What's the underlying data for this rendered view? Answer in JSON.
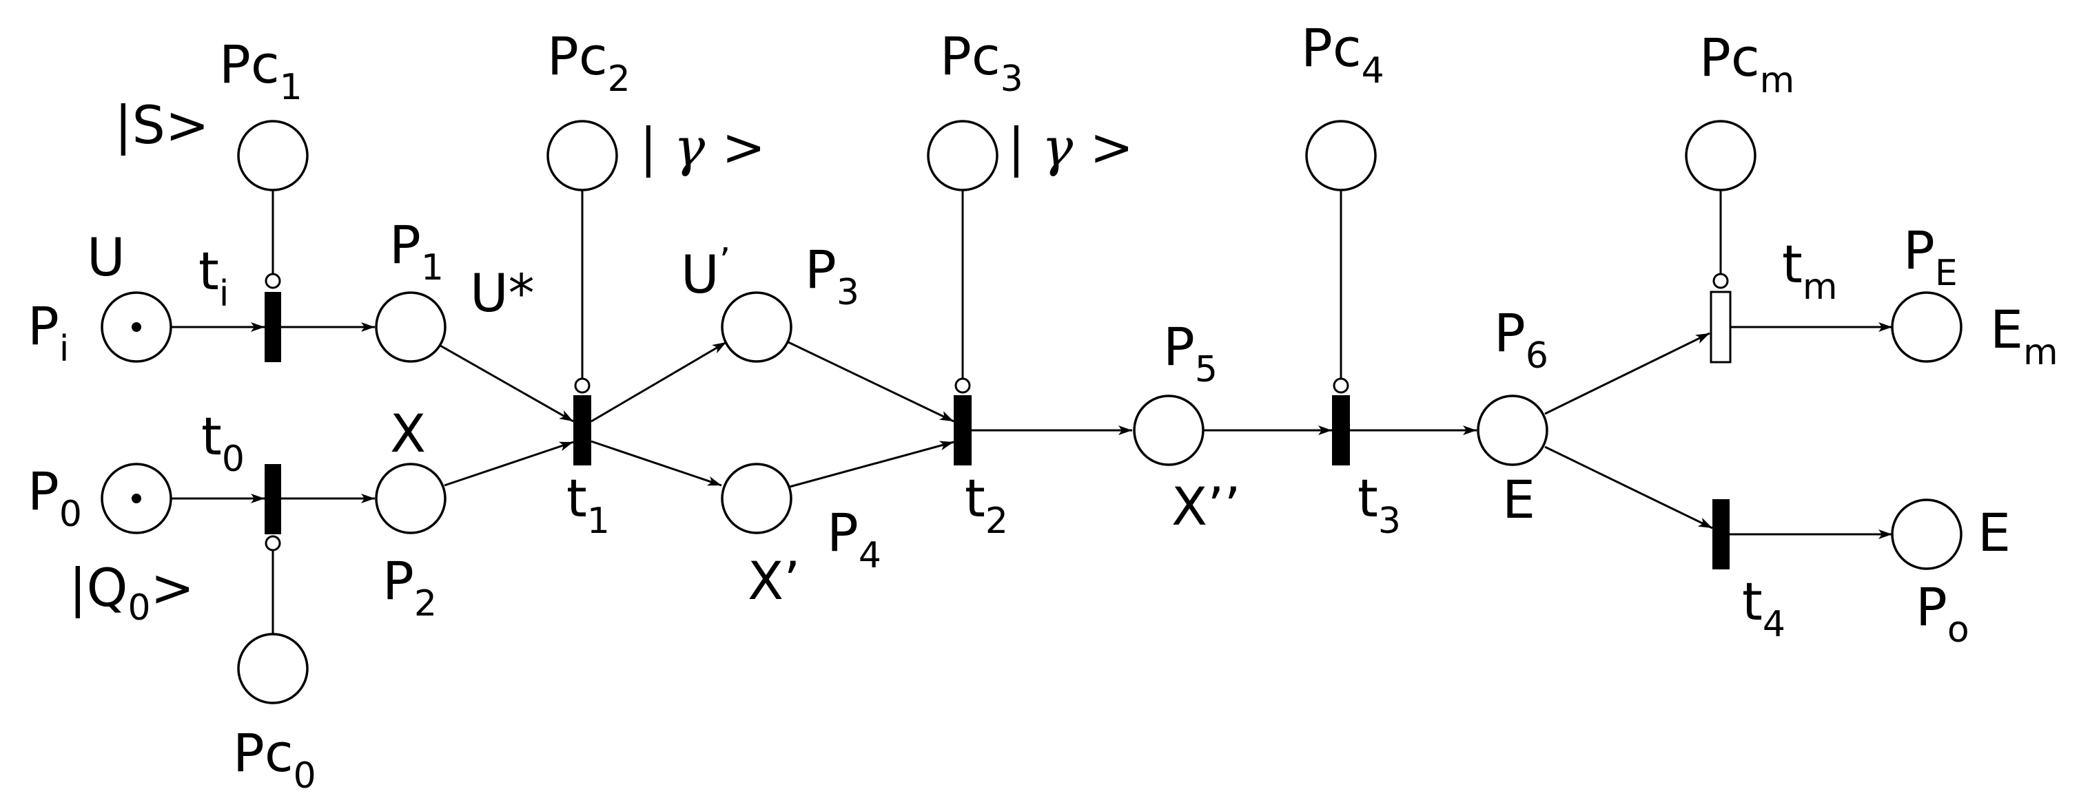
{
  "places": [
    {
      "id": "Pi",
      "base": "P",
      "sub": "i",
      "token": true
    },
    {
      "id": "P0",
      "base": "P",
      "sub": "0",
      "token": true
    },
    {
      "id": "P1",
      "base": "P",
      "sub": "1"
    },
    {
      "id": "P2",
      "base": "P",
      "sub": "2"
    },
    {
      "id": "P3",
      "base": "P",
      "sub": "3"
    },
    {
      "id": "P4",
      "base": "P",
      "sub": "4"
    },
    {
      "id": "P5",
      "base": "P",
      "sub": "5"
    },
    {
      "id": "P6",
      "base": "P",
      "sub": "6"
    },
    {
      "id": "PE",
      "base": "P",
      "sub": "E"
    },
    {
      "id": "Po",
      "base": "P",
      "sub": "o"
    },
    {
      "id": "Pc1",
      "base": "Pc",
      "sub": "1"
    },
    {
      "id": "Pc0",
      "base": "Pc",
      "sub": "0"
    },
    {
      "id": "Pc2",
      "base": "Pc",
      "sub": "2"
    },
    {
      "id": "Pc3",
      "base": "Pc",
      "sub": "3"
    },
    {
      "id": "Pc4",
      "base": "Pc",
      "sub": "4"
    },
    {
      "id": "Pcm",
      "base": "Pc",
      "sub": "m"
    }
  ],
  "transitions": [
    {
      "id": "ti",
      "base": "t",
      "sub": "i",
      "style": "filled"
    },
    {
      "id": "t0",
      "base": "t",
      "sub": "0",
      "style": "filled"
    },
    {
      "id": "t1",
      "base": "t",
      "sub": "1",
      "style": "filled"
    },
    {
      "id": "t2",
      "base": "t",
      "sub": "2",
      "style": "filled"
    },
    {
      "id": "t3",
      "base": "t",
      "sub": "3",
      "style": "filled"
    },
    {
      "id": "tm",
      "base": "t",
      "sub": "m",
      "style": "hollow"
    },
    {
      "id": "t4",
      "base": "t",
      "sub": "4",
      "style": "filled"
    }
  ],
  "annotations": {
    "U": "U",
    "S": "|S>",
    "Q0_base": "|Q",
    "Q0_sub": "0",
    "Q0_end": ">",
    "U_star": "U*",
    "X": "X",
    "U_prime": "U",
    "U_prime_mark": "’",
    "X_prime": "X’",
    "gamma2": "| γ >",
    "gamma3": "| γ >",
    "X_dprime": "X’’",
    "E6": "E",
    "Em_base": "E",
    "Em_sub": "m",
    "Eo": "E"
  }
}
